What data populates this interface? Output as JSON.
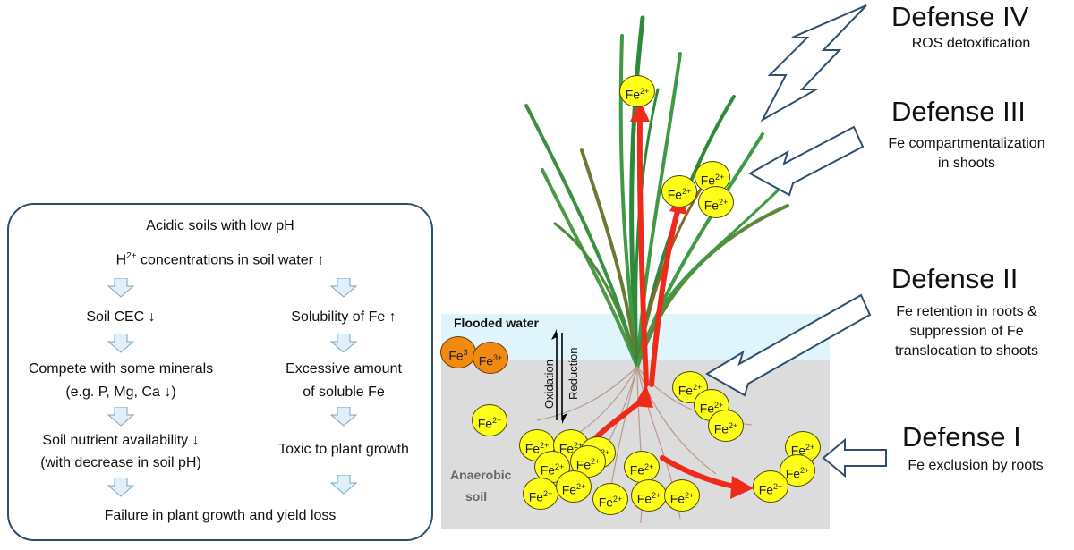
{
  "flow": {
    "top1": "Acidic soils with low pH",
    "top2_prefix": "H",
    "top2_sup": "2+",
    "top2_rest": " concentrations in soil water ↑",
    "left": [
      "Soil CEC ↓",
      "Compete with some minerals",
      "(e.g. P, Mg, Ca ↓)",
      "Soil nutrient availability ↓",
      "(with decrease in soil pH)"
    ],
    "right": [
      "Solubility of Fe ↑",
      "Excessive amount",
      "of soluble Fe",
      "Toxic to plant growth"
    ],
    "bottom": "Failure in plant growth and yield loss"
  },
  "defenses": {
    "d4_title": "Defense IV",
    "d4_desc": "ROS detoxification",
    "d3_title": "Defense III",
    "d3_desc1": "Fe compartmentalization",
    "d3_desc2": "in shoots",
    "d2_title": "Defense II",
    "d2_desc1": "Fe retention in roots &",
    "d2_desc2": "suppression of Fe",
    "d2_desc3": "translocation to shoots",
    "d1_title": "Defense I",
    "d1_desc": "Fe exclusion by roots"
  },
  "scene": {
    "flooded": "Flooded water",
    "anaerobic1": "Anaerobic",
    "anaerobic2": "soil",
    "oxidation": "Oxidation",
    "reduction": "Reduction",
    "fe2_base": "Fe",
    "fe2_sup": "2+",
    "fe3_base": "Fe",
    "fe3_sup": "3+",
    "fe3_partial": "3"
  },
  "colors": {
    "fe2": "#ffff1a",
    "fe3": "#f08a10",
    "arrow_red": "#ee2a1b",
    "box_border": "#2f4f6f"
  }
}
